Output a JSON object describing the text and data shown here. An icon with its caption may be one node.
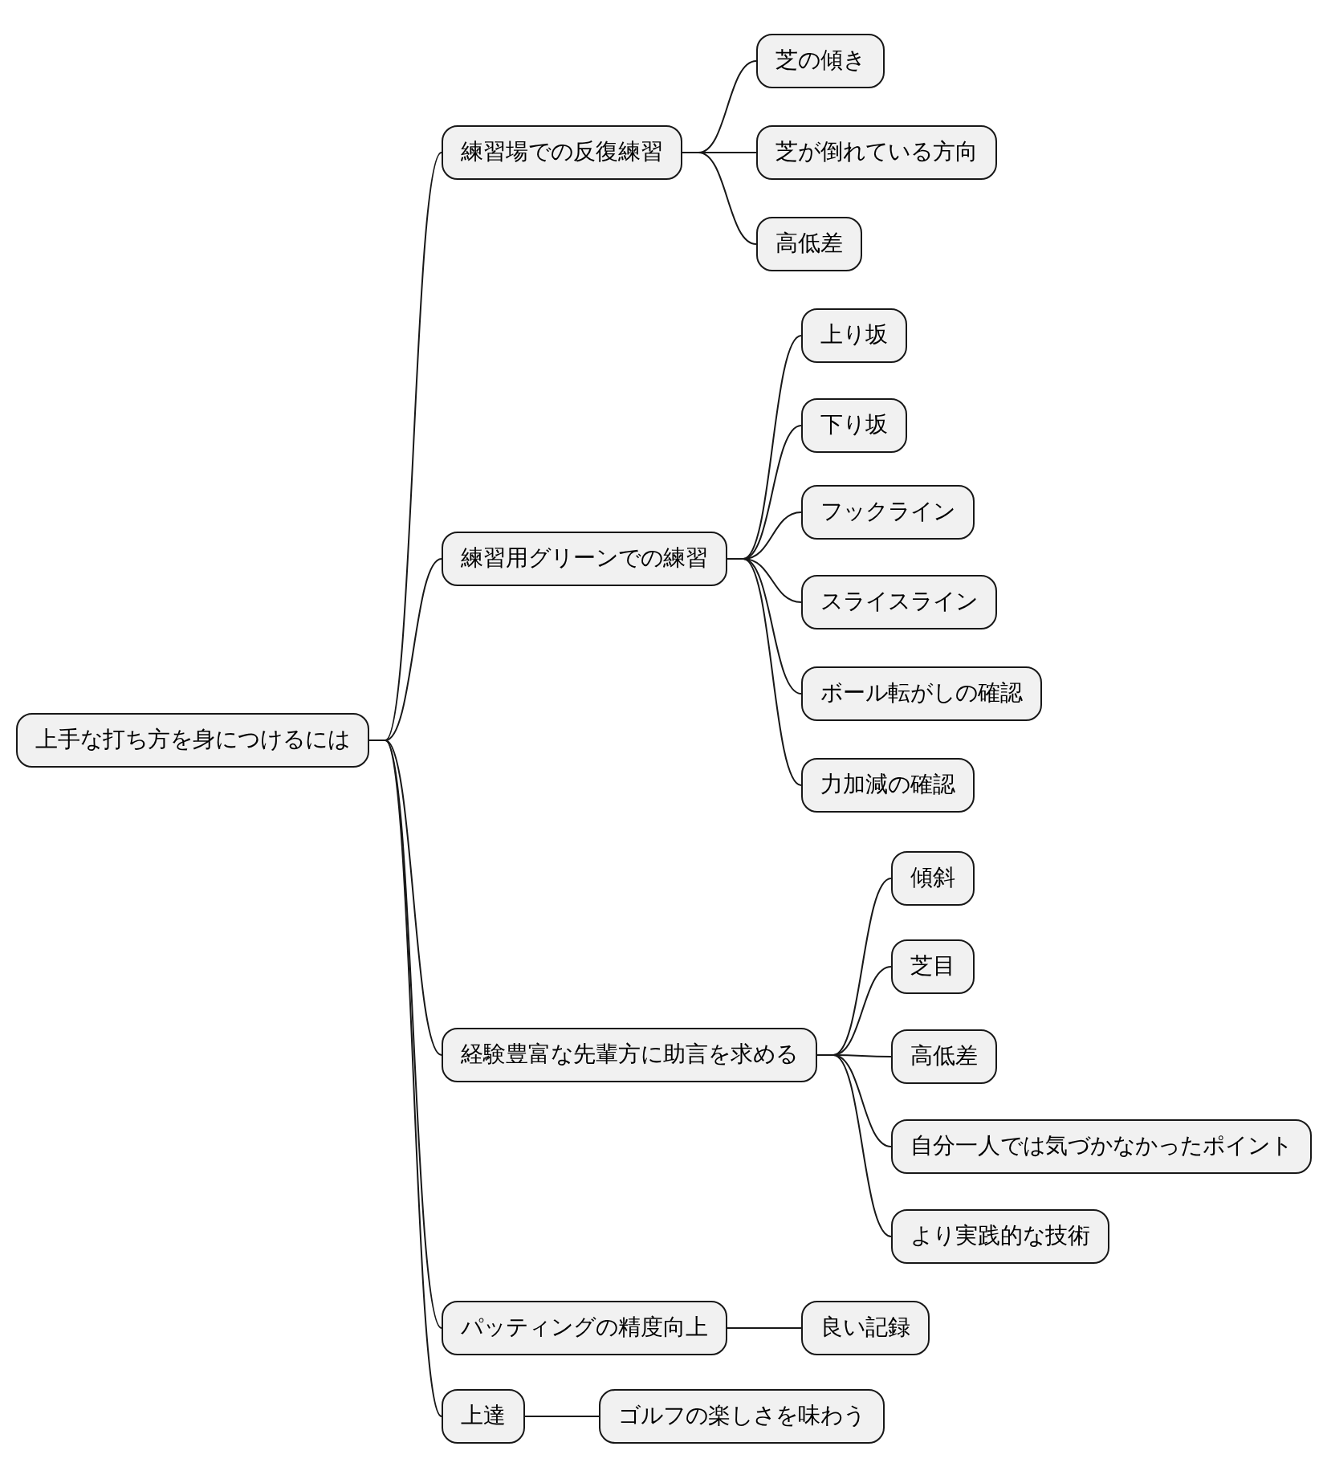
{
  "diagram": {
    "nodes": [
      {
        "text": [
          "上手な打ち方を身につけるには"
        ]
      },
      {
        "text": [
          "練習場での反復練習"
        ]
      },
      {
        "text": [
          "芝の傾き"
        ]
      },
      {
        "text": [
          "芝が倒れている方向"
        ]
      },
      {
        "text": [
          "高低差"
        ]
      },
      {
        "text": [
          "練習用グリーンでの練習"
        ]
      },
      {
        "text": [
          "上り坂"
        ]
      },
      {
        "text": [
          "下り坂"
        ]
      },
      {
        "text": [
          "フックライン"
        ]
      },
      {
        "text": [
          "スライスライン"
        ]
      },
      {
        "text": [
          "ボール転がしの確認"
        ]
      },
      {
        "text": [
          "力加減の確認"
        ]
      },
      {
        "text": [
          "経験豊富な先輩方に助言を求める"
        ]
      },
      {
        "text": [
          "傾斜"
        ]
      },
      {
        "text": [
          "芝目"
        ]
      },
      {
        "text": [
          "高低差"
        ]
      },
      {
        "text": [
          "自分一人では気づかなかったポイント"
        ]
      },
      {
        "text": [
          "より実践的な技術"
        ]
      },
      {
        "text": [
          "パッティングの精度向上"
        ]
      },
      {
        "text": [
          "良い記録"
        ]
      },
      {
        "text": [
          "上達"
        ]
      },
      {
        "text": [
          "ゴルフの楽しさを味わう"
        ]
      }
    ],
    "edges": [
      {
        "from": 0,
        "to": 1,
        "arrow": "none"
      },
      {
        "from": 1,
        "to": 2,
        "arrow": "none"
      },
      {
        "from": 1,
        "to": 3,
        "arrow": "none"
      },
      {
        "from": 1,
        "to": 4,
        "arrow": "none"
      },
      {
        "from": 0,
        "to": 5,
        "arrow": "none"
      },
      {
        "from": 5,
        "to": 6,
        "arrow": "none"
      },
      {
        "from": 5,
        "to": 7,
        "arrow": "none"
      },
      {
        "from": 5,
        "to": 8,
        "arrow": "none"
      },
      {
        "from": 5,
        "to": 9,
        "arrow": "none"
      },
      {
        "from": 5,
        "to": 10,
        "arrow": "none"
      },
      {
        "from": 5,
        "to": 11,
        "arrow": "none"
      },
      {
        "from": 0,
        "to": 12,
        "arrow": "none"
      },
      {
        "from": 12,
        "to": 13,
        "arrow": "none"
      },
      {
        "from": 12,
        "to": 14,
        "arrow": "none"
      },
      {
        "from": 12,
        "to": 15,
        "arrow": "none"
      },
      {
        "from": 12,
        "to": 16,
        "arrow": "none"
      },
      {
        "from": 12,
        "to": 17,
        "arrow": "none"
      },
      {
        "from": 0,
        "to": 18,
        "arrow": "none"
      },
      {
        "from": 18,
        "to": 19,
        "arrow": "none"
      },
      {
        "from": 0,
        "to": 20,
        "arrow": "none"
      },
      {
        "from": 20,
        "to": 21,
        "arrow": "none"
      }
    ]
  }
}
